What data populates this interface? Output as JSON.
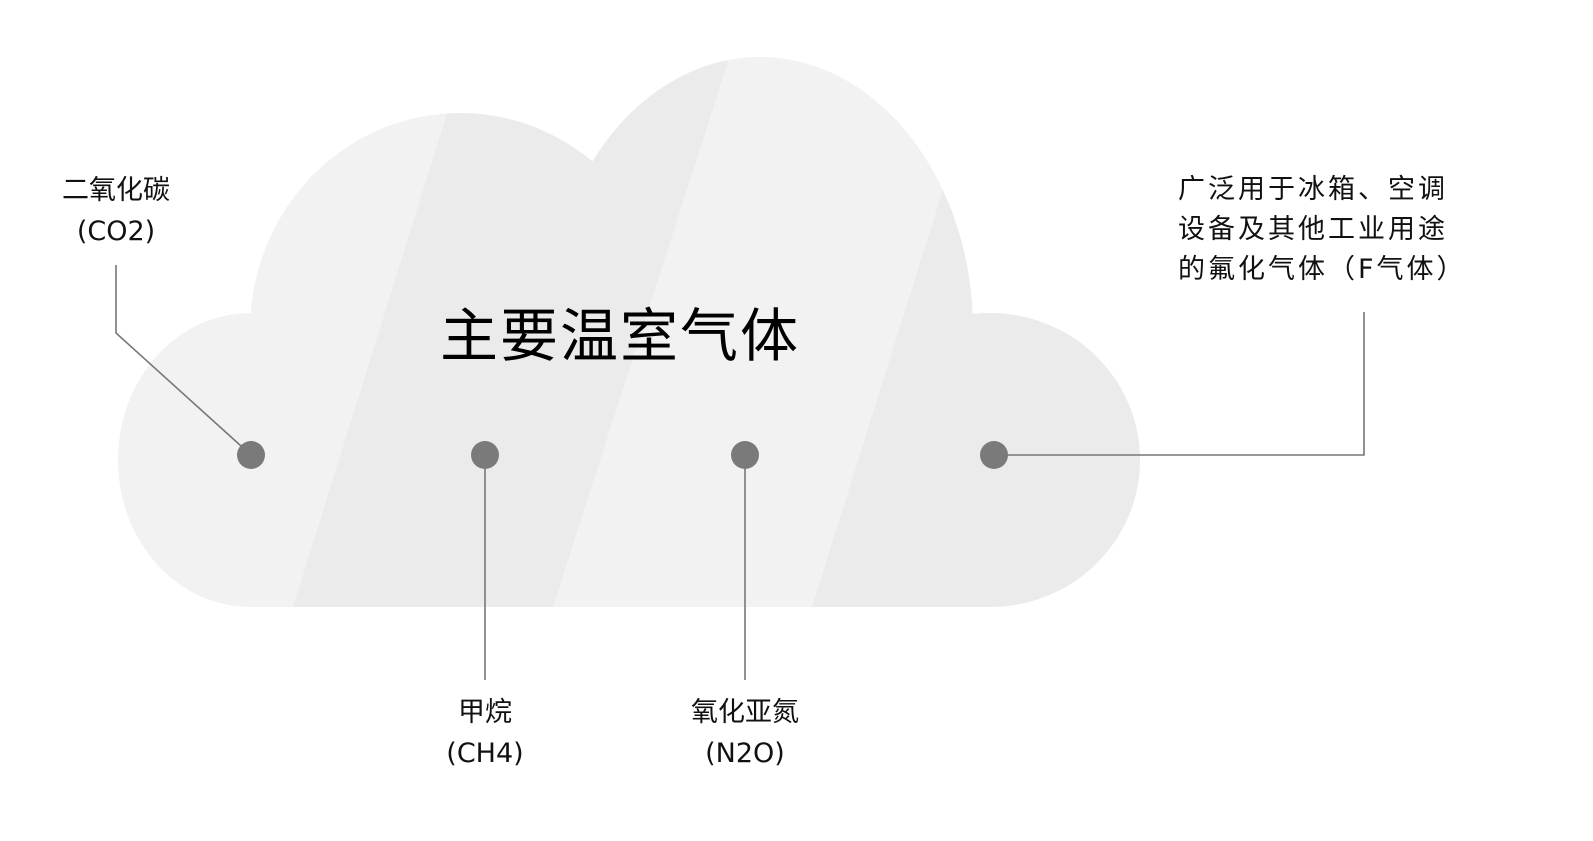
{
  "title": "主要温室气体",
  "colors": {
    "stripe_light": "#f2f2f2",
    "stripe_dark": "#ebebeb",
    "dot": "#7a7a7a",
    "line": "#777777"
  },
  "gases": [
    {
      "name": "二氧化碳",
      "formula": "(CO2)"
    },
    {
      "name": "甲烷",
      "formula": "(CH4)"
    },
    {
      "name": "氧化亚氮",
      "formula": "(N2O)"
    }
  ],
  "f_gas_description": [
    "广泛用于冰箱、空调",
    "设备及其他工业用途",
    "的氟化气体（F气体）"
  ]
}
